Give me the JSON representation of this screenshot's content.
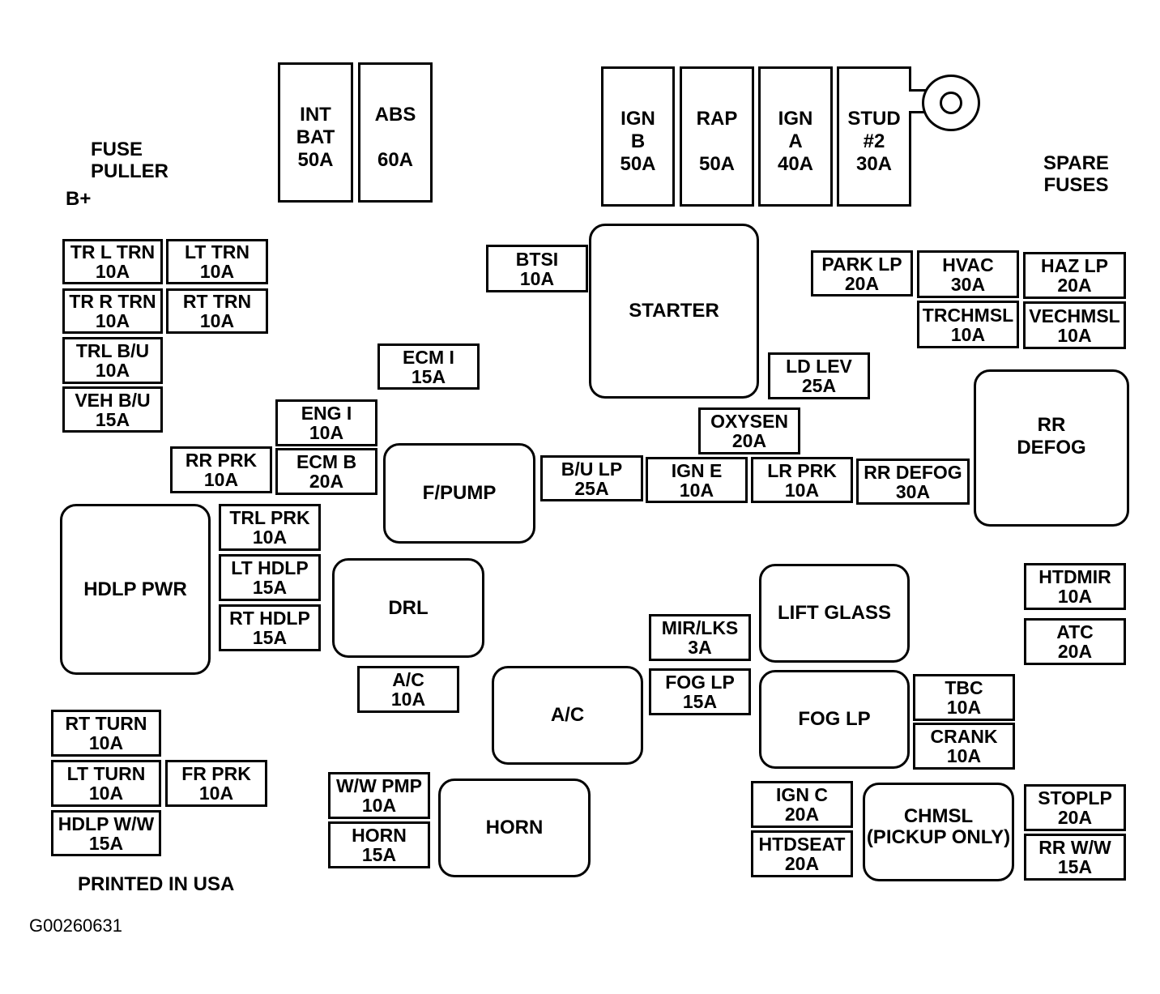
{
  "labels": {
    "fuse_puller_1": "FUSE",
    "fuse_puller_2": "PULLER",
    "b_plus": "B+",
    "spare_fuses_1": "SPARE",
    "spare_fuses_2": "FUSES",
    "printed": "PRINTED IN USA",
    "code": "G00260631"
  },
  "fuses": [
    {
      "name": "INT BAT",
      "l1": "INT",
      "l2": "BAT",
      "rating": "50A"
    },
    {
      "name": "ABS",
      "l1": "ABS",
      "l2": "",
      "rating": "60A"
    },
    {
      "name": "IGN B",
      "l1": "IGN",
      "l2": "B",
      "rating": "50A"
    },
    {
      "name": "RAP",
      "l1": "RAP",
      "l2": "",
      "rating": "50A"
    },
    {
      "name": "IGN A",
      "l1": "IGN",
      "l2": "A",
      "rating": "40A"
    },
    {
      "name": "STUD #2",
      "l1": "STUD",
      "l2": "#2",
      "rating": "30A"
    },
    {
      "name": "TR L TRN",
      "rating": "10A"
    },
    {
      "name": "LT TRN",
      "rating": "10A"
    },
    {
      "name": "TR R TRN",
      "rating": "10A"
    },
    {
      "name": "RT TRN",
      "rating": "10A"
    },
    {
      "name": "TRL B/U",
      "rating": "10A"
    },
    {
      "name": "VEH B/U",
      "rating": "15A"
    },
    {
      "name": "BTSI",
      "rating": "10A"
    },
    {
      "name": "ECM I",
      "rating": "15A"
    },
    {
      "name": "ENG I",
      "rating": "10A"
    },
    {
      "name": "RR PRK",
      "rating": "10A"
    },
    {
      "name": "ECM B",
      "rating": "20A"
    },
    {
      "name": "TRL PRK",
      "rating": "10A"
    },
    {
      "name": "LT HDLP",
      "rating": "15A"
    },
    {
      "name": "RT HDLP",
      "rating": "15A"
    },
    {
      "name": "A/C",
      "rating": "10A"
    },
    {
      "name": "RT TURN",
      "rating": "10A"
    },
    {
      "name": "LT TURN",
      "rating": "10A"
    },
    {
      "name": "FR PRK",
      "rating": "10A"
    },
    {
      "name": "HDLP W/W",
      "rating": "15A"
    },
    {
      "name": "W/W PMP",
      "rating": "10A"
    },
    {
      "name": "HORN",
      "rating": "15A"
    },
    {
      "name": "PARK LP",
      "rating": "20A"
    },
    {
      "name": "HVAC",
      "rating": "30A"
    },
    {
      "name": "HAZ LP",
      "rating": "20A"
    },
    {
      "name": "TRCHMSL",
      "rating": "10A"
    },
    {
      "name": "VECHMSL",
      "rating": "10A"
    },
    {
      "name": "LD LEV",
      "rating": "25A"
    },
    {
      "name": "OXYSEN",
      "rating": "20A"
    },
    {
      "name": "B/U LP",
      "rating": "25A"
    },
    {
      "name": "IGN E",
      "rating": "10A"
    },
    {
      "name": "LR PRK",
      "rating": "10A"
    },
    {
      "name": "RR DEFOG",
      "rating": "30A"
    },
    {
      "name": "MIR/LKS",
      "rating": "3A"
    },
    {
      "name": "FOG LP",
      "rating": "15A"
    },
    {
      "name": "HTDMIR",
      "rating": "10A"
    },
    {
      "name": "ATC",
      "rating": "20A"
    },
    {
      "name": "TBC",
      "rating": "10A"
    },
    {
      "name": "CRANK",
      "rating": "10A"
    },
    {
      "name": "IGN C",
      "rating": "20A"
    },
    {
      "name": "HTDSEAT",
      "rating": "20A"
    },
    {
      "name": "STOPLP",
      "rating": "20A"
    },
    {
      "name": "RR W/W",
      "rating": "15A"
    }
  ],
  "relays": [
    {
      "l1": "STARTER"
    },
    {
      "l1": "RR",
      "l2": "DEFOG"
    },
    {
      "l1": "F/PUMP"
    },
    {
      "l1": "HDLP PWR"
    },
    {
      "l1": "DRL"
    },
    {
      "l1": "LIFT GLASS"
    },
    {
      "l1": "A/C"
    },
    {
      "l1": "FOG LP"
    },
    {
      "l1": "HORN"
    },
    {
      "l1": "CHMSL",
      "l2": "(PICKUP ONLY)"
    }
  ]
}
